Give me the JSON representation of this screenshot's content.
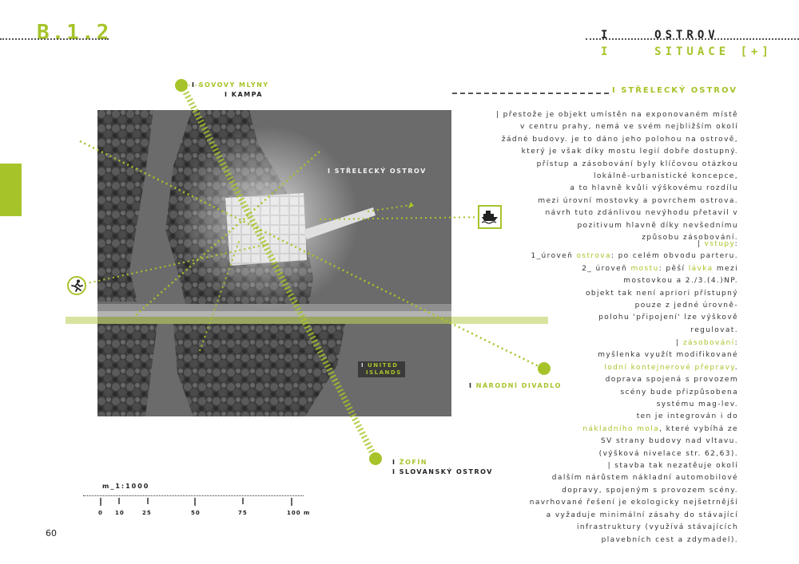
{
  "header": {
    "code": "B.1.2",
    "title": "I    OSTROV",
    "subtitle": "I    SITUACE [+]"
  },
  "section": {
    "heading": "I STŘELECKÝ OSTROV"
  },
  "intro_lines": [
    "| přestože je objekt umístěn na exponovaném místě",
    "v centru prahy, nemá ve svém nejbližším okolí",
    "žádné budovy. je to dáno jeho polohou na ostrově,",
    "který je však díky mostu legií dobře dostupný.",
    "přístup a zásobování byly klíčovou otázkou",
    "lokálně-urbanistické koncepce,",
    "a to hlavně kvůli výškovému rozdílu",
    "mezi úrovní mostovky a povrchem ostrova.",
    "návrh tuto zdánlivou nevýhodu přetavil v",
    "pozitivum hlavně díky nevšednímu",
    "způsobu zásobování."
  ],
  "vstupy": {
    "heading_bar": "| ",
    "heading": "vstupy",
    "heading_end": ":",
    "l1_a": "1_úroveň ",
    "l1_b": "ostrova",
    "l1_c": ": po celém obvodu parteru.",
    "l2_a": "2_ úroveň ",
    "l2_b": "mostu",
    "l2_c": ": pěší ",
    "l2_d": "lávka",
    "l2_e": " mezi",
    "l3": "mostovkou a 2./3.(4.)NP.",
    "l4": "objekt tak není apriori přístupný",
    "l5": "pouze z jedné úrovně-",
    "l6": "polohu 'připojení' lze výškově",
    "l7": "regulovat."
  },
  "zasobovani": {
    "heading_bar": "| ",
    "heading": "zásobování",
    "heading_end": ":",
    "l1": "myšlenka využít modifikované",
    "l2_a": "lodní kontejnerové přepravy",
    "l2_b": ".",
    "l3": "doprava spojená s provozem",
    "l4": "scény bude přizpůsobena",
    "l5": "systému mag-lev.",
    "l6": "ten je integrován i do",
    "l7_a": "nákladního mola",
    "l7_b": ", které vybíhá ze",
    "l8": "SV strany budovy nad vltavu.",
    "l9": "(výšková nivelace str. 62,63).",
    "l10": "| stavba tak nezatěuje okolí",
    "l11": "dalším nárůstem nákladní automobilové",
    "l12": "dopravy, spojeným s provozem scény.",
    "l13": "navrhované řešení je ekologicky nejšetrnější",
    "l14": "a vyžaduje minimální zásahy do stávající",
    "l15": "infrastruktury (využívá stávajících",
    "l16": "plavebních cest a zdymadel)."
  },
  "map": {
    "label_sovovy_bar": "I ",
    "label_sovovy": "SOVOVY MLÝNY",
    "label_kampa": "I KAMPA",
    "label_ostrov": "I STŘELECKÝ OSTROV",
    "label_united_bar": "I ",
    "label_united_1": "UNITED",
    "label_united_2": "ISLANDS",
    "label_divadlo_bar": "I ",
    "label_divadlo": "NÁRODNÍ DIVADLO",
    "label_zofin_bar": "I ",
    "label_zofin": "ŽOFÍN",
    "label_slovansky": "I SLOVANSKÝ OSTROV",
    "boat_icon": "ship-icon",
    "runner_icon": "pedestrian-icon"
  },
  "scale": {
    "title": "m_1:1000",
    "labels": [
      "0",
      "10",
      "25",
      "50",
      "75",
      "100 m"
    ]
  },
  "page_number": "60",
  "colors": {
    "accent": "#a6c42a",
    "text": "#333333",
    "aerial": "#6e6e6e"
  }
}
